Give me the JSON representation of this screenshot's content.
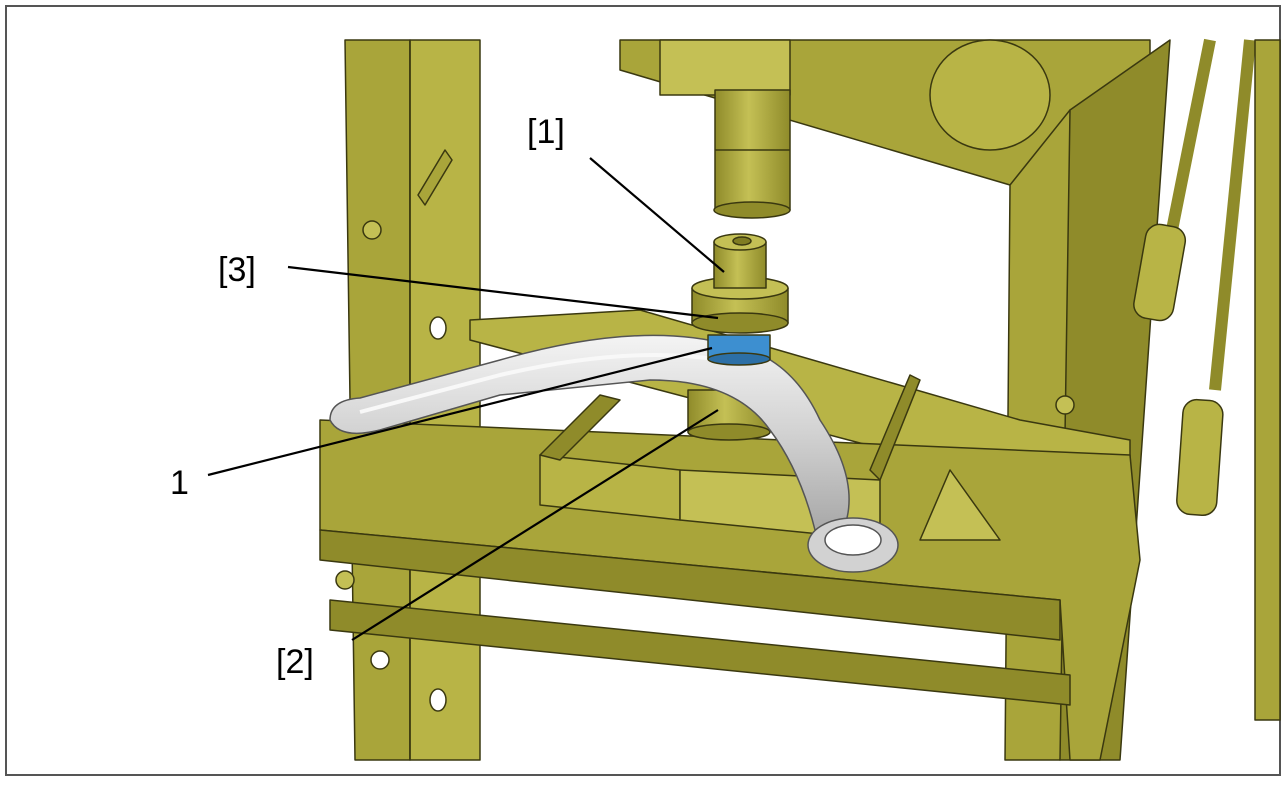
{
  "callouts": {
    "tool_1": "[1]",
    "tool_3": "[3]",
    "part_1": "1",
    "tool_2": "[2]"
  },
  "colors": {
    "olive": "#a9a53a",
    "olive_light": "#c4c055",
    "olive_dark": "#7f7c22",
    "outline": "#3a3810",
    "silver": "#d9d9d9",
    "silver_dark": "#9a9a9a",
    "bushing_blue": "#3d8fd0",
    "leader": "#000000",
    "frame": "#555555"
  }
}
